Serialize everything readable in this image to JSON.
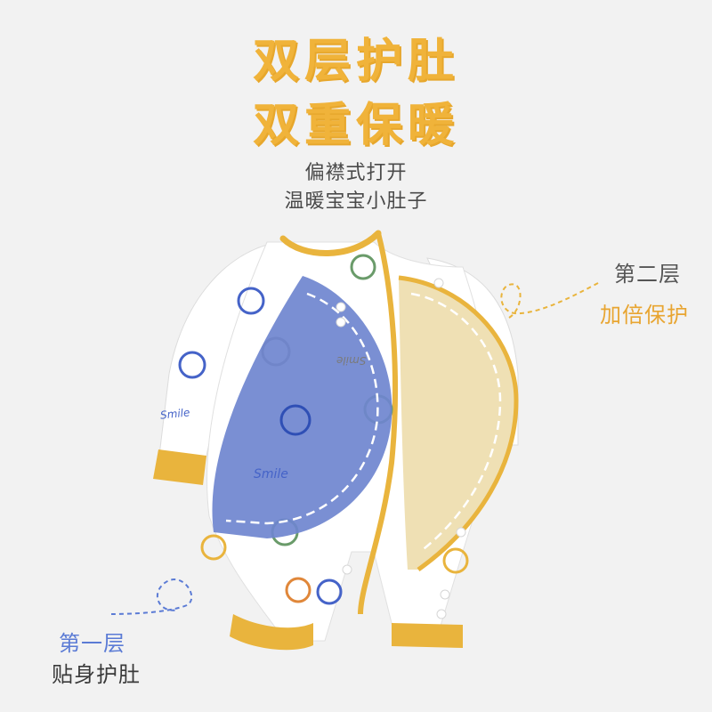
{
  "headline": {
    "line1": "双层护肚",
    "line2": "双重保暖"
  },
  "subheadline": {
    "line1": "偏襟式打开",
    "line2": "温暖宝宝小肚子"
  },
  "callouts": {
    "second_layer_title": "第二层",
    "second_layer_desc": "加倍保护",
    "first_layer_title": "第一层",
    "first_layer_desc": "贴身护肚"
  },
  "garment": {
    "print_text_1": "Smile",
    "print_text_2": "Smile",
    "print_text_3": "Smile"
  },
  "colors": {
    "accent_yellow": "#f0b33a",
    "trim_yellow": "#e9b43d",
    "layer_blue": "#6f86cf",
    "layer_beige": "#efe0b4",
    "callout_blue": "#5b7bd5"
  },
  "icons": {
    "print": "smiley-face-icon",
    "fastener": "snap-button-icon"
  }
}
